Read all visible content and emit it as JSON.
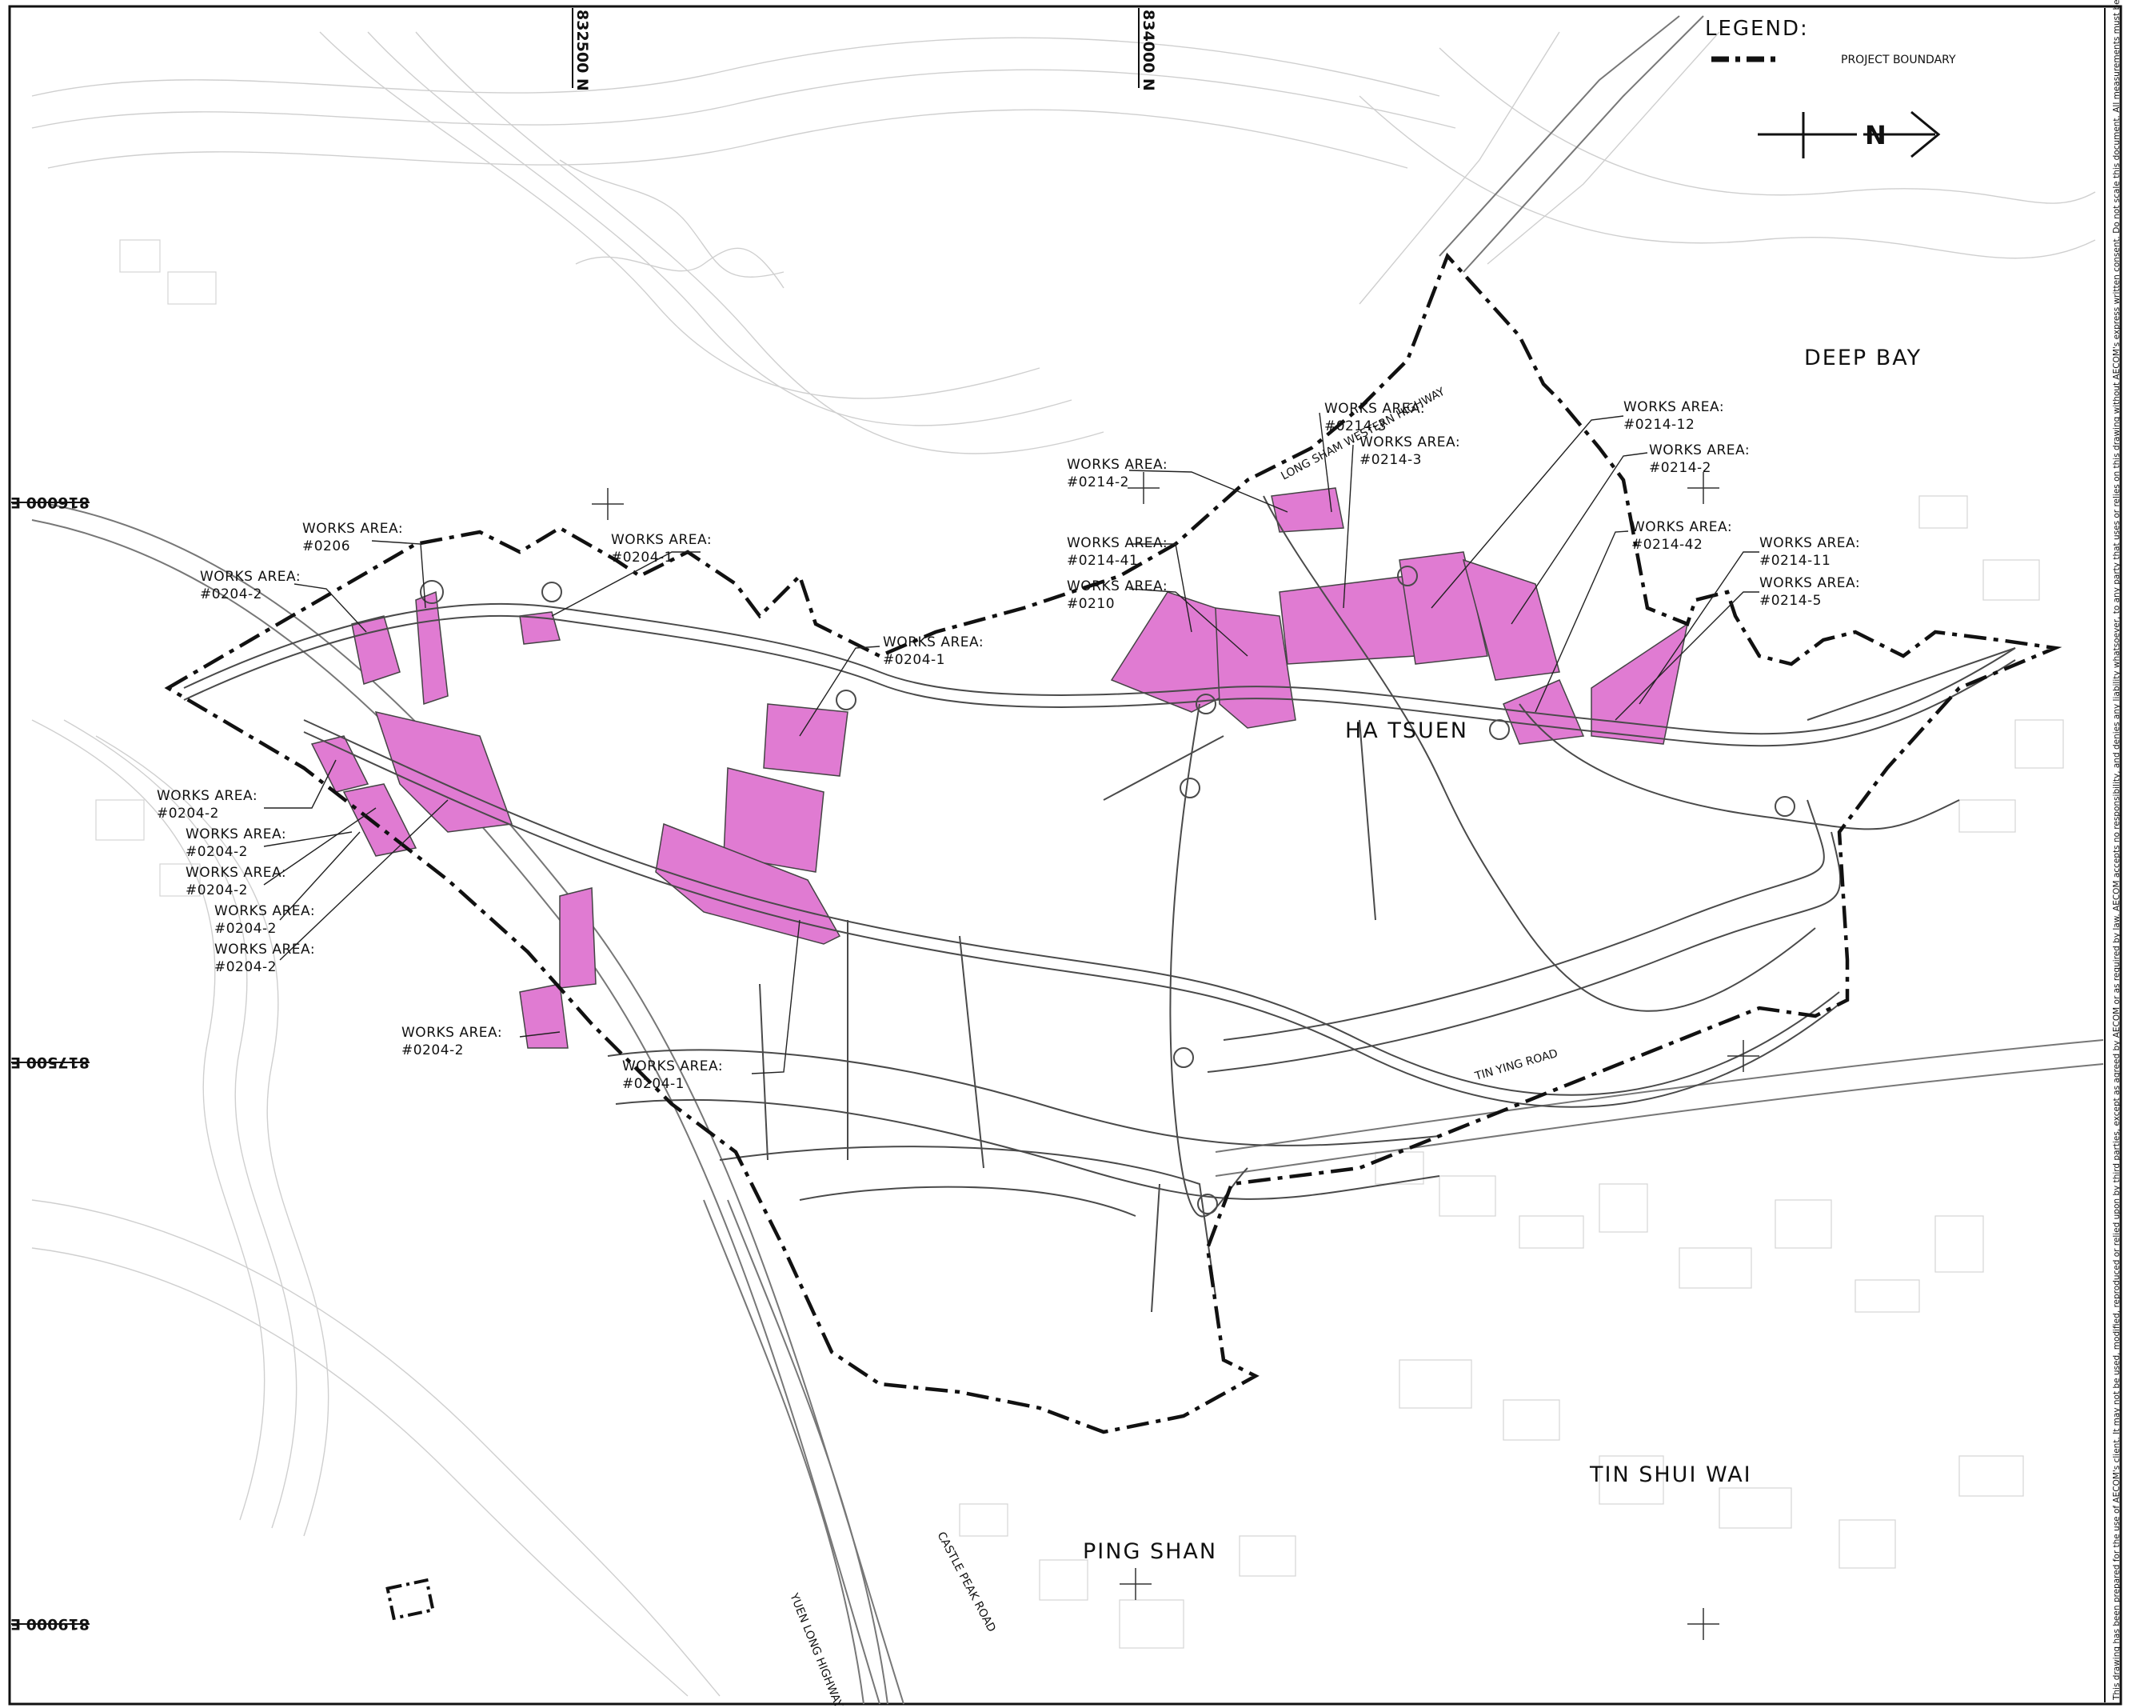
{
  "legend": {
    "title": "LEGEND:",
    "boundary_label": "PROJECT BOUNDARY"
  },
  "north_arrow": {
    "letter": "N"
  },
  "colors": {
    "works_area_fill": "#e07bd2",
    "boundary": "#111111",
    "contour": "#c9c9c9",
    "road": "#555555"
  },
  "grid_labels": {
    "n1": "832500 N",
    "n2": "834000 N",
    "e1": "816000 E",
    "e2": "817500 E",
    "e3": "819000 E"
  },
  "places": {
    "deep_bay": "DEEP BAY",
    "ha_tsuen": "HA TSUEN",
    "tin_shui_wai": "TIN SHUI WAI",
    "ping_shan": "PING SHAN"
  },
  "roads": {
    "lsw_highway": "LONG SHAM WESTERN HIGHWAY",
    "tin_ying_road": "TIN YING ROAD",
    "castle_peak_road": "CASTLE PEAK ROAD",
    "yuen_long_highway": "YUEN LONG HIGHWAY"
  },
  "works_areas": [
    {
      "head": "WORKS AREA:",
      "code": "#0206"
    },
    {
      "head": "WORKS AREA:",
      "code": "#0204-2"
    },
    {
      "head": "WORKS AREA:",
      "code": "#0204-1"
    },
    {
      "head": "WORKS AREA:",
      "code": "#0204-1"
    },
    {
      "head": "WORKS AREA:",
      "code": "#0204-2"
    },
    {
      "head": "WORKS AREA:",
      "code": "#0204-2"
    },
    {
      "head": "WORKS AREA:",
      "code": "#0204-2"
    },
    {
      "head": "WORKS AREA:",
      "code": "#0204-2"
    },
    {
      "head": "WORKS AREA:",
      "code": "#0204-2"
    },
    {
      "head": "WORKS AREA:",
      "code": "#0204-1"
    },
    {
      "head": "WORKS AREA:",
      "code": "#0204-2"
    },
    {
      "head": "WORKS AREA:",
      "code": "#0214-2"
    },
    {
      "head": "WORKS AREA:",
      "code": "#0214-41"
    },
    {
      "head": "WORKS AREA:",
      "code": "#0210"
    },
    {
      "head": "WORKS AREA:",
      "code": "#0214-3"
    },
    {
      "head": "WORKS AREA:",
      "code": "#0214-3"
    },
    {
      "head": "WORKS AREA:",
      "code": "#0214-12"
    },
    {
      "head": "WORKS AREA:",
      "code": "#0214-2"
    },
    {
      "head": "WORKS AREA:",
      "code": "#0214-42"
    },
    {
      "head": "WORKS AREA:",
      "code": "#0214-11"
    },
    {
      "head": "WORKS AREA:",
      "code": "#0214-5"
    }
  ],
  "side_note": "This drawing has been prepared for the use of AECOM's client. It may not be used, modified, reproduced or relied upon by third parties, except as agreed by AECOM or as required by law. AECOM accepts no responsibility, and denies any liability whatsoever, to any party that uses or relies on this drawing without AECOM's express written consent. Do not scale this document. All measurements must be obtained from the stated dimensions."
}
